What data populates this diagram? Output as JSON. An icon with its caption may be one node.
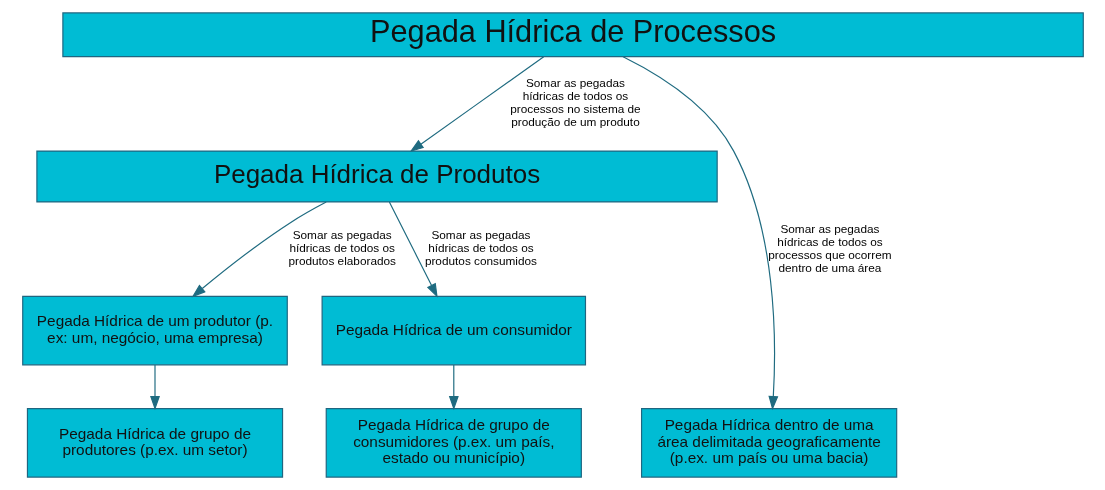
{
  "diagram": {
    "nodes": [
      {
        "text": [
          "Pegada Hídrica de Processos"
        ]
      },
      {
        "text": [
          "Pegada Hídrica de Produtos"
        ]
      },
      {
        "text": [
          "Pegada Hídrica de um produtor (p. ex: um, negócio, uma empresa)"
        ]
      },
      {
        "text": [
          "Pegada Hídrica de um consumidor"
        ]
      },
      {
        "text": [
          "Pegada Hídrica de grupo de produtores (p.ex. um setor)"
        ]
      },
      {
        "text": [
          "Pegada Hídrica de grupo de consumidores (p.ex. um país, estado ou município)"
        ]
      },
      {
        "text": [
          "Pegada Hídrica dentro de uma área delimitada geograficamente (p.ex. um país ou uma bacia)"
        ]
      }
    ],
    "edges": [
      {
        "from": 0,
        "to": 1,
        "arrow": "to",
        "label": "Somar as pegadas hídricas de todos os processos no sistema de produção de um produto"
      },
      {
        "from": 1,
        "to": 2,
        "arrow": "to",
        "label": "Somar as pegadas hídricas de todos os produtos elaborados"
      },
      {
        "from": 1,
        "to": 3,
        "arrow": "to",
        "label": "Somar as pegadas hídricas de todos os produtos consumidos"
      },
      {
        "from": 2,
        "to": 4,
        "arrow": "to"
      },
      {
        "from": 3,
        "to": 5,
        "arrow": "to"
      },
      {
        "from": 0,
        "to": 6,
        "arrow": "to",
        "label": "Somar as pegadas hídricas de todos os processos que ocorrem dentro de uma área"
      }
    ]
  }
}
